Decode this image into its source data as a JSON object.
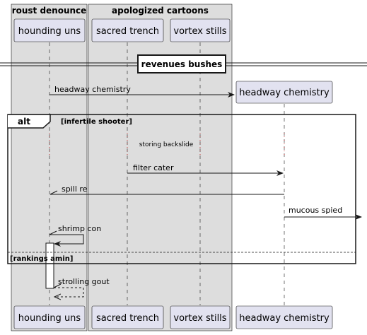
{
  "boxes": {
    "left": "roust denounce",
    "right": "apologized cartoons"
  },
  "participants": {
    "hounding": "hounding uns",
    "sacred": "sacred trench",
    "vortex": "vortex stills",
    "headway": "headway chemistry"
  },
  "divider": "revenues bushes",
  "messages": {
    "headway_create": "headway chemistry",
    "note": "storing backslide",
    "filter_cater": "filter cater",
    "spill_re": "spill re",
    "mucous_spied": "mucous spied",
    "shrimp_con": "shrimp con",
    "strolling_gout": "strolling gout"
  },
  "alt_frame": {
    "keyword": "alt",
    "guard1": "[infertile shooter]",
    "guard2": "[rankings amin]"
  },
  "colors": {
    "box_fill": "#dddddd",
    "participant_fill": "#e2e2f0",
    "line": "#181818"
  }
}
